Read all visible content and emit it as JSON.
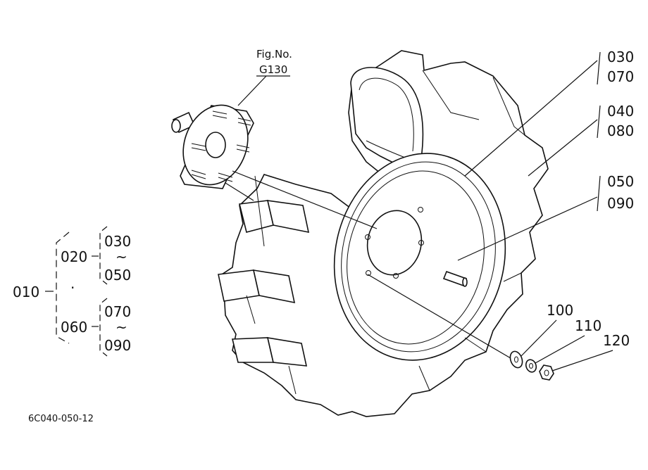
{
  "fig_ref": {
    "label": "Fig.No.",
    "number": "G130"
  },
  "callouts": {
    "c030": "030",
    "c070": "070",
    "c040": "040",
    "c080": "080",
    "c050": "050",
    "c090": "090",
    "c100": "100",
    "c110": "110",
    "c120": "120"
  },
  "tree": {
    "root": "010",
    "branch_a": "020",
    "a_from": "030",
    "a_to": "050",
    "dot": "·",
    "branch_b": "060",
    "b_from": "070",
    "b_to": "090",
    "tilde": "~"
  },
  "drawing_code": "6C040-050-12"
}
